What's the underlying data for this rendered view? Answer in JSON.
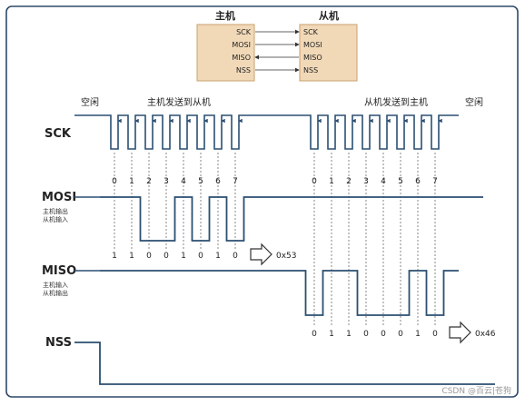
{
  "block": {
    "master_title": "主机",
    "slave_title": "从机",
    "master_pins": [
      "SCK",
      "MOSI",
      "MISO",
      "NSS"
    ],
    "slave_pins": [
      "SCK",
      "MOSI",
      "MISO",
      "NSS"
    ]
  },
  "labels": {
    "idle_left": "空闲",
    "idle_right": "空闲",
    "master_to_slave": "主机发送到从机",
    "slave_to_master": "从机发送到主机"
  },
  "signals": {
    "sck": "SCK",
    "mosi": "MOSI",
    "mosi_sub1": "主机输出",
    "mosi_sub2": "从机输入",
    "miso": "MISO",
    "miso_sub1": "主机输入",
    "miso_sub2": "从机输出",
    "nss": "NSS"
  },
  "bit_index_left": [
    "0",
    "1",
    "2",
    "3",
    "4",
    "5",
    "6",
    "7"
  ],
  "bit_index_right": [
    "0",
    "1",
    "2",
    "3",
    "4",
    "5",
    "6",
    "7"
  ],
  "mosi_bits": [
    "1",
    "1",
    "0",
    "0",
    "1",
    "0",
    "1",
    "0"
  ],
  "miso_bits": [
    "0",
    "1",
    "1",
    "0",
    "0",
    "0",
    "1",
    "0"
  ],
  "mosi_hex": "0x53",
  "miso_hex": "0x46",
  "watermark": "CSDN @百云|苍狗",
  "colors": {
    "frame": "#2f4a68",
    "signal": "#2b4f72",
    "block_fill": "#f1d9b8",
    "block_stroke": "#c9a06e"
  }
}
